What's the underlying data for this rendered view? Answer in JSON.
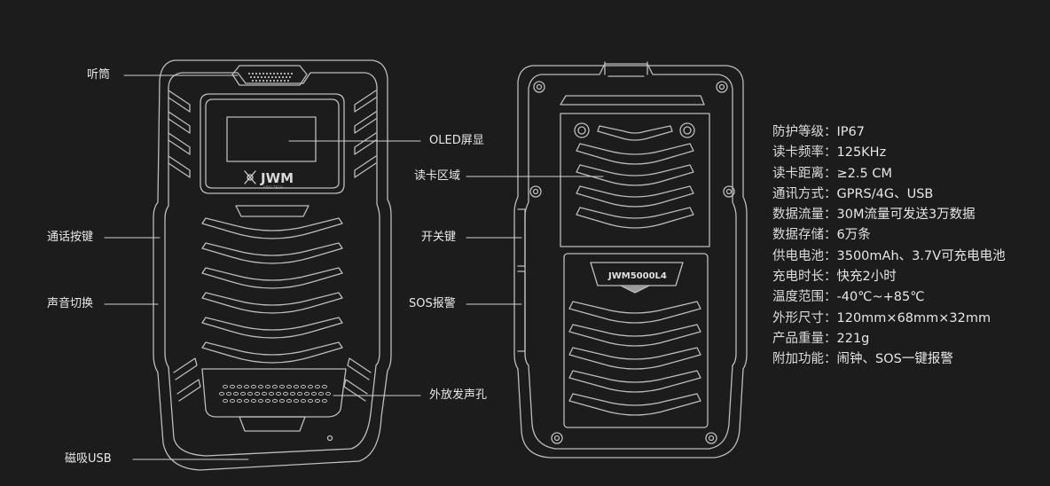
{
  "front_callouts": {
    "earpiece": "听筒",
    "call_button": "通话按键",
    "sound_switch": "声音切换",
    "magnetic_usb": "磁吸USB",
    "oled_screen": "OLED屏显",
    "speaker_hole": "外放发声孔"
  },
  "back_callouts": {
    "card_area": "读卡区域",
    "power_key": "开关键",
    "sos_alarm": "SOS报警"
  },
  "device_labels": {
    "front_logo": "JWM",
    "front_logo_sub": "KING TECH",
    "back_model": "JWM5000L4"
  },
  "specs": [
    {
      "key": "防护等级",
      "value": "IP67"
    },
    {
      "key": "读卡频率",
      "value": "125KHz"
    },
    {
      "key": "读卡距离",
      "value": "≥2.5 CM"
    },
    {
      "key": "通讯方式",
      "value": "GPRS/4G、USB"
    },
    {
      "key": "数据流量",
      "value": "30M流量可发送3万数据"
    },
    {
      "key": "数据存储",
      "value": "6万条"
    },
    {
      "key": "供电电池",
      "value": "3500mAh、3.7V可充电电池"
    },
    {
      "key": "充电时长",
      "value": "快充2小时"
    },
    {
      "key": "温度范围",
      "value": "-40℃~+85℃"
    },
    {
      "key": "外形尺寸",
      "value": "120mm×68mm×32mm"
    },
    {
      "key": "产品重量",
      "value": "221g"
    },
    {
      "key": "附加功能",
      "value": "闹钟、SOS一键报警"
    }
  ],
  "spec_separator": "："
}
